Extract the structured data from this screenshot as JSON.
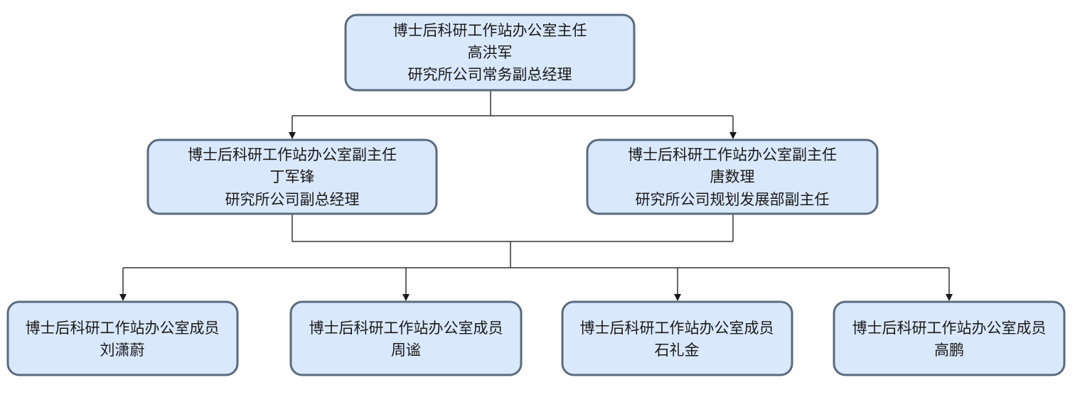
{
  "colors": {
    "node_fill": "#dae8fc",
    "node_border": "#5a6a80",
    "connector": "#333333",
    "text": "#1a1a1a"
  },
  "director": {
    "title": "博士后科研工作站办公室主任",
    "name": "高洪军",
    "position": "研究所公司常务副总经理"
  },
  "deputy_directors": [
    {
      "title": "博士后科研工作站办公室副主任",
      "name": "丁军锋",
      "position": "研究所公司副总经理"
    },
    {
      "title": "博士后科研工作站办公室副主任",
      "name": "唐数理",
      "position": "研究所公司规划发展部副主任"
    }
  ],
  "members": [
    {
      "title": "博士后科研工作站办公室成员",
      "name": "刘潇蔚"
    },
    {
      "title": "博士后科研工作站办公室成员",
      "name": "周谧"
    },
    {
      "title": "博士后科研工作站办公室成员",
      "name": "石礼金"
    },
    {
      "title": "博士后科研工作站办公室成员",
      "name": "高鹏"
    }
  ]
}
